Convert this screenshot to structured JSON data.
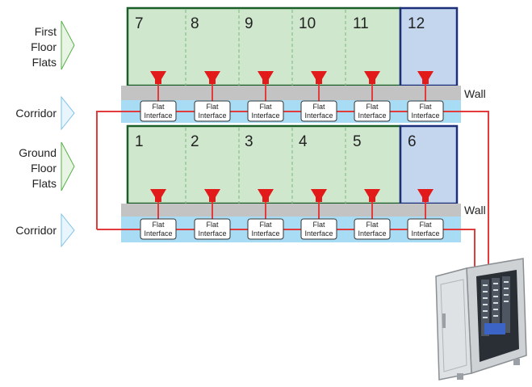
{
  "side_labels": {
    "first_floor": [
      "First",
      "Floor",
      "Flats"
    ],
    "corridor_upper": "Corridor",
    "ground_floor": [
      "Ground",
      "Floor",
      "Flats"
    ],
    "corridor_lower": "Corridor"
  },
  "first_floor_flats": [
    "7",
    "8",
    "9",
    "10",
    "11",
    "12"
  ],
  "ground_floor_flats": [
    "1",
    "2",
    "3",
    "4",
    "5",
    "6"
  ],
  "wall_label": "Wall",
  "interface_label": [
    "Flat",
    "Interface"
  ],
  "colors": {
    "flat_fill": "#cfe8cd",
    "special_flat_fill": "#c3d6ee",
    "flat_border": "#1b5e2a",
    "special_border": "#1e2f7a",
    "corridor_fill": "#a8dcf5",
    "wall_fill": "#c3c3c3",
    "wiring": "#e23b3b",
    "sounder": "#e21a1a",
    "chevron": "#7cc2e8",
    "chevron_green": "#57b04a"
  }
}
